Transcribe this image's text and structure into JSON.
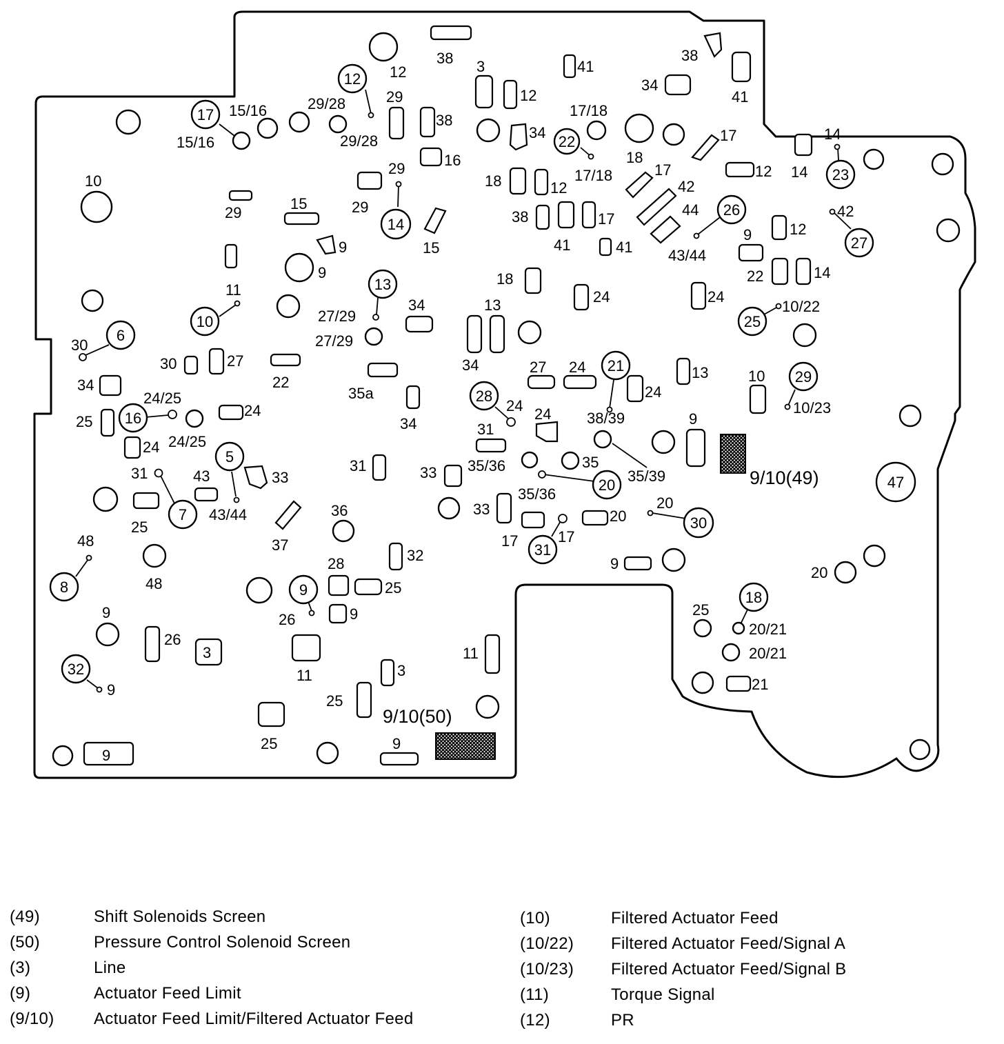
{
  "diagram": {
    "screens": {
      "shift_solenoids": "9/10(49)",
      "pressure_control": "9/10(50)"
    },
    "check_balls": [
      "12",
      "17",
      "22",
      "14",
      "26",
      "23",
      "27",
      "13",
      "10",
      "6",
      "25",
      "16",
      "29",
      "21",
      "28",
      "5",
      "20",
      "7",
      "30",
      "8",
      "31",
      "9",
      "18",
      "32",
      "47"
    ],
    "labels": {
      "l38a": "38",
      "l12a": "12",
      "l3a": "3",
      "l41a": "41",
      "l38b": "38",
      "l34a": "34",
      "l41b": "41",
      "l12b": "12",
      "l29a": "29",
      "l15_16a": "15/16",
      "l29_28a": "29/28",
      "l29_28b": "29/28",
      "l15_16b": "15/16",
      "l38c": "38",
      "l34b": "34",
      "l17_18a": "17/18",
      "l17_18b": "17/18",
      "l17a": "17",
      "l18a": "18",
      "l14a": "14",
      "l14b": "14",
      "l12c": "12",
      "l16a": "16",
      "l10a": "10",
      "l29b": "29",
      "l29c": "29",
      "l15a": "15",
      "l18b": "18",
      "l12d": "12",
      "l17b": "17",
      "l42a": "42",
      "l44a": "44",
      "l42b": "42",
      "l38d": "38",
      "l17c": "17",
      "l41c": "41",
      "l41d": "41",
      "l15b": "15",
      "l29d": "29",
      "l9a": "9",
      "l12e": "12",
      "l9b": "9",
      "l43_44a": "43/44",
      "l9c": "9",
      "l18c": "18",
      "l22a": "22",
      "l14c": "14",
      "l11a": "11",
      "l24a": "24",
      "l24b": "24",
      "l13a": "13",
      "l34c": "34",
      "l27_29a": "27/29",
      "l27_29b": "27/29",
      "l10_22": "10/22",
      "l30a": "30",
      "l30b": "30",
      "l27a": "27",
      "l22b": "22",
      "l34d": "34",
      "l35a": "35a",
      "l34e": "34",
      "l27b": "27",
      "l24c": "24",
      "l13b": "13",
      "l10b": "10",
      "l34f": "34",
      "l24_25a": "24/25",
      "l24d": "24",
      "l24e": "24",
      "l24f": "24",
      "l24g": "24",
      "l38_39": "38/39",
      "l10_23": "10/23",
      "l25a": "25",
      "l24_25b": "24/25",
      "l9d": "9",
      "l24h": "24",
      "l31a": "31",
      "l43a": "43",
      "l33a": "33",
      "l31b": "31",
      "l33b": "33",
      "l35_36a": "35/36",
      "l35": "35",
      "l35_39": "35/39",
      "l43_44b": "43/44",
      "l25b": "25",
      "l36": "36",
      "l35_36b": "35/36",
      "l33c": "33",
      "l20a": "20",
      "l20b": "20",
      "l37": "37",
      "l17d": "17",
      "l17e": "17",
      "l48a": "48",
      "l32": "32",
      "l28": "28",
      "l9e": "9",
      "l20c": "20",
      "l48b": "48",
      "l25c": "25",
      "l9f": "9",
      "l26a": "26",
      "l25d": "25",
      "l20_21a": "20/21",
      "l9g": "9",
      "l26b": "26",
      "l11b": "11",
      "l20_21b": "20/21",
      "l11c": "11",
      "l3b": "3",
      "l3c": "3",
      "l9h": "9",
      "l21": "21",
      "l25e": "25",
      "l25f": "25",
      "l9i": "9",
      "l9j": "9"
    }
  },
  "legend": {
    "left": [
      {
        "code": "(49)",
        "desc": "Shift Solenoids Screen"
      },
      {
        "code": "(50)",
        "desc": "Pressure Control Solenoid Screen"
      },
      {
        "code": "(3)",
        "desc": "Line"
      },
      {
        "code": "(9)",
        "desc": "Actuator Feed Limit"
      },
      {
        "code": "(9/10)",
        "desc": "Actuator Feed Limit/Filtered Actuator Feed"
      }
    ],
    "right": [
      {
        "code": "(10)",
        "desc": "Filtered Actuator Feed"
      },
      {
        "code": "(10/22)",
        "desc": "Filtered Actuator Feed/Signal A"
      },
      {
        "code": "(10/23)",
        "desc": "Filtered Actuator Feed/Signal B"
      },
      {
        "code": "(11)",
        "desc": "Torque Signal"
      },
      {
        "code": "(12)",
        "desc": "PR"
      }
    ]
  }
}
